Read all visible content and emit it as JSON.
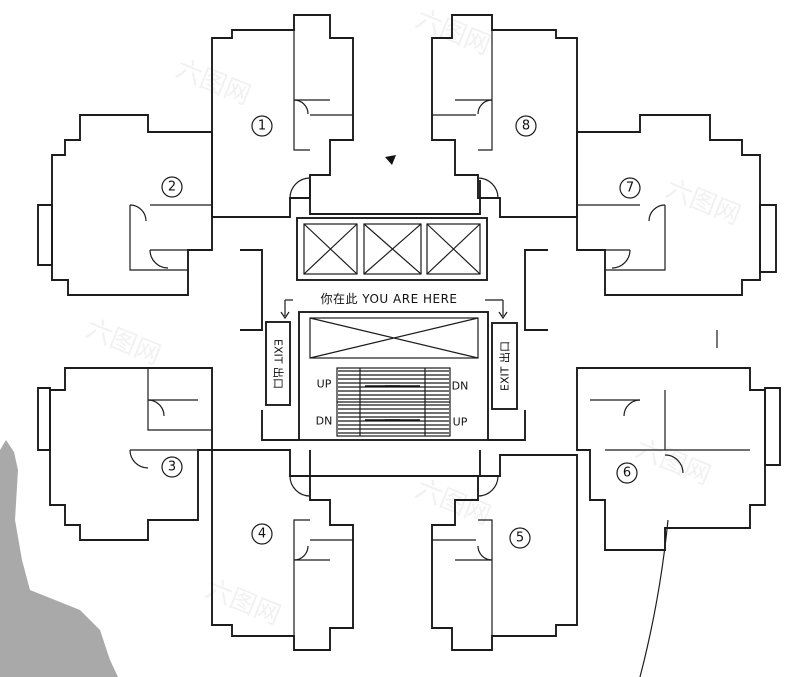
{
  "watermark": {
    "text": "六图网"
  },
  "units": [
    {
      "number": "1"
    },
    {
      "number": "8"
    },
    {
      "number": "2"
    },
    {
      "number": "7"
    },
    {
      "number": "3"
    },
    {
      "number": "6"
    },
    {
      "number": "4"
    },
    {
      "number": "5"
    }
  ],
  "core": {
    "you_are_here": "你在此 YOU ARE HERE",
    "exit_left": "EXIT 出口",
    "exit_right": "EXIT 出口",
    "stairs": {
      "left_top": "UP",
      "left_bottom": "DN",
      "right_top": "DN",
      "right_bottom": "UP"
    }
  }
}
